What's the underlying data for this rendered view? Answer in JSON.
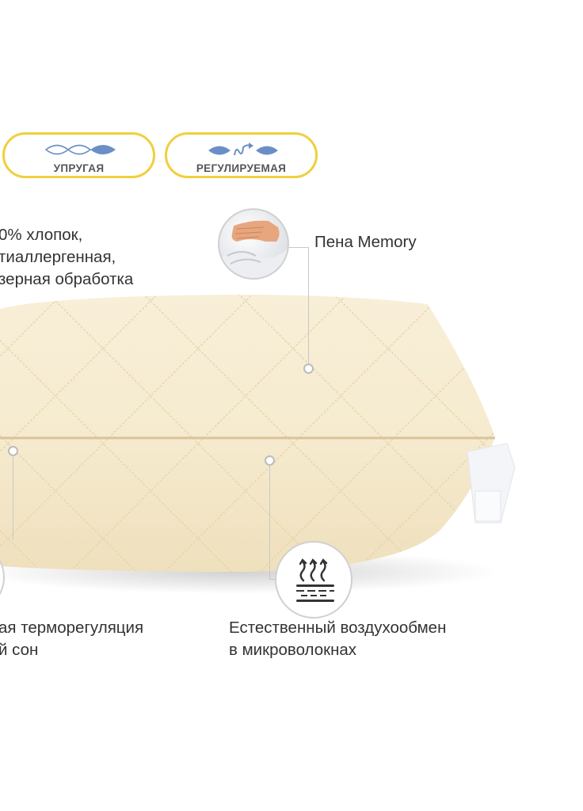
{
  "badges": [
    {
      "label": "УПРУГАЯ",
      "icon": "elastic-leaves-icon"
    },
    {
      "label": "РЕГУЛИРУЕМАЯ",
      "icon": "adjustable-leaves-icon"
    }
  ],
  "features": {
    "cotton": {
      "lines": [
        "0% хлопок,",
        "тиаллергенная,",
        "зерная обработка"
      ]
    },
    "memory_foam": {
      "label": "Пена Memory",
      "icon": "memory-foam-hand-icon"
    },
    "thermoregulation": {
      "lines": [
        "ая терморегуляция",
        "й сон"
      ]
    },
    "air_exchange": {
      "lines": [
        "Естественный воздухообмен",
        "в микроволокнах"
      ],
      "icon": "heat-airflow-icon"
    }
  },
  "colors": {
    "badge_border": "#f0cf3c",
    "icon_blue": "#6a8fc7",
    "pillow_fabric": "#f6ebcf",
    "text": "#333333"
  }
}
